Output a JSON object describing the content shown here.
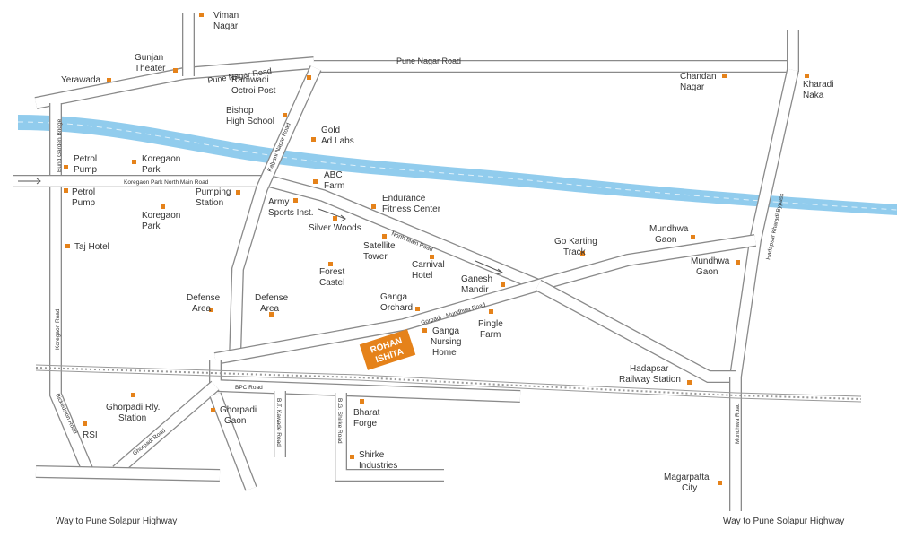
{
  "colors": {
    "landmark": "#e5821a",
    "river": "#7ec3ea",
    "road_edge": "#8a8a8a",
    "project_badge": "#e5821a",
    "project_text": "#ffffff",
    "text": "#333333"
  },
  "project": {
    "line1": "ROHAN",
    "line2": "ISHITA"
  },
  "roads": {
    "pune_nagar_left": "Pune Nagar Road",
    "pune_nagar_right": "Pune Nagar Road",
    "koregaon_park_north_main": "Koregaon Park North Main Road",
    "kalyani_nagar": "Kalyani Nagar Road",
    "north_main": "North Main Road",
    "gorpadi_mundhwa": "Gorpadi - Mundhwa Road",
    "bund_garden_bridge": "Bund Garden Bridge",
    "koregaon_road": "Koregaon Road",
    "bickedsion_road": "Bickedsion Road",
    "bpc_road": "BPC Road",
    "bt_kawade": "B.T. Kawade Road",
    "bg_shirke": "B.G. Shirke Road",
    "ghorpadi_road": "Ghorpadi Road",
    "mundhwa_road": "Mundhwa Road",
    "hadapsar_kharadi_bypass": "Hadapsar Kharadi Bypass"
  },
  "landmarks": {
    "viman_nagar": [
      "Viman",
      "Nagar"
    ],
    "gunjan_theater": [
      "Gunjan",
      "Theater"
    ],
    "yerawada": [
      "Yerawada"
    ],
    "ramwadi": [
      "Ramwadi",
      "Octroi Post"
    ],
    "bishop": [
      "Bishop",
      "High School"
    ],
    "gold_ad": [
      "Gold",
      "Ad Labs"
    ],
    "chandan_nagar": [
      "Chandan",
      "Nagar"
    ],
    "kharadi_naka": [
      "Kharadi",
      "Naka"
    ],
    "petrol_pump_1": [
      "Petrol",
      "Pump"
    ],
    "koregaon_park_1": [
      "Koregaon",
      "Park"
    ],
    "abc_farm": [
      "ABC",
      "Farm"
    ],
    "petrol_pump_2": [
      "Petrol",
      "Pump"
    ],
    "pumping_station": [
      "Pumping",
      "Station"
    ],
    "army_sports": [
      "Army",
      "Sports Inst."
    ],
    "endurance": [
      "Endurance",
      "Fitness Center"
    ],
    "koregaon_park_2": [
      "Koregaon",
      "Park"
    ],
    "silver_woods": [
      "Silver Woods"
    ],
    "satellite_tower": [
      "Satellite",
      "Tower"
    ],
    "carnival_hotel": [
      "Carnival",
      "Hotel"
    ],
    "go_karting": [
      "Go Karting",
      "Track"
    ],
    "mundhwa_gaon_1": [
      "Mundhwa",
      "Gaon"
    ],
    "mundhwa_gaon_2": [
      "Mundhwa",
      "Gaon"
    ],
    "taj_hotel": [
      "Taj Hotel"
    ],
    "forest_castel": [
      "Forest",
      "Castel"
    ],
    "ganesh_mandir": [
      "Ganesh",
      "Mandir"
    ],
    "defense_area_1": [
      "Defense",
      "Area"
    ],
    "defense_area_2": [
      "Defense",
      "Area"
    ],
    "ganga_orchard": [
      "Ganga",
      "Orchard"
    ],
    "pingle_farm": [
      "Pingle",
      "Farm"
    ],
    "ganga_nursing": [
      "Ganga",
      "Nursing",
      "Home"
    ],
    "hadapsar_railway": [
      "Hadapsar",
      "Railway Station"
    ],
    "ghorpadi_rly": [
      "Ghorpadi Rly.",
      "Station"
    ],
    "ghorpadi_gaon": [
      "Ghorpadi",
      "Gaon"
    ],
    "bharat_forge": [
      "Bharat",
      "Forge"
    ],
    "rsi": [
      "RSI"
    ],
    "shirke": [
      "Shirke",
      "Industries"
    ],
    "magarpatta": [
      "Magarpatta",
      "City"
    ]
  },
  "footer": {
    "left": "Way to Pune Solapur Highway",
    "right": "Way to Pune Solapur Highway"
  }
}
